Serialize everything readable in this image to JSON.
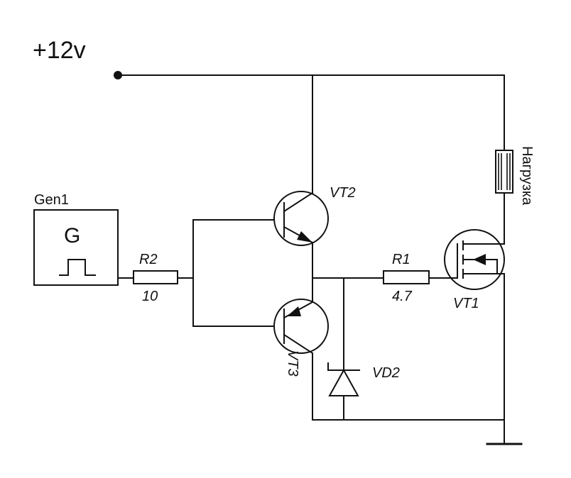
{
  "supply": {
    "label": "+12v"
  },
  "generator": {
    "name": "Gen1",
    "symbol": "G"
  },
  "resistors": [
    {
      "ref": "R2",
      "value": "10"
    },
    {
      "ref": "R1",
      "value": "4.7"
    }
  ],
  "transistors": {
    "vt2": "VT2",
    "vt3": "VT3",
    "vt1": "VT1"
  },
  "diode": {
    "ref": "VD2"
  },
  "load": {
    "label": "Нагрузка"
  },
  "colors": {
    "line": "#111111",
    "background": "#ffffff"
  }
}
